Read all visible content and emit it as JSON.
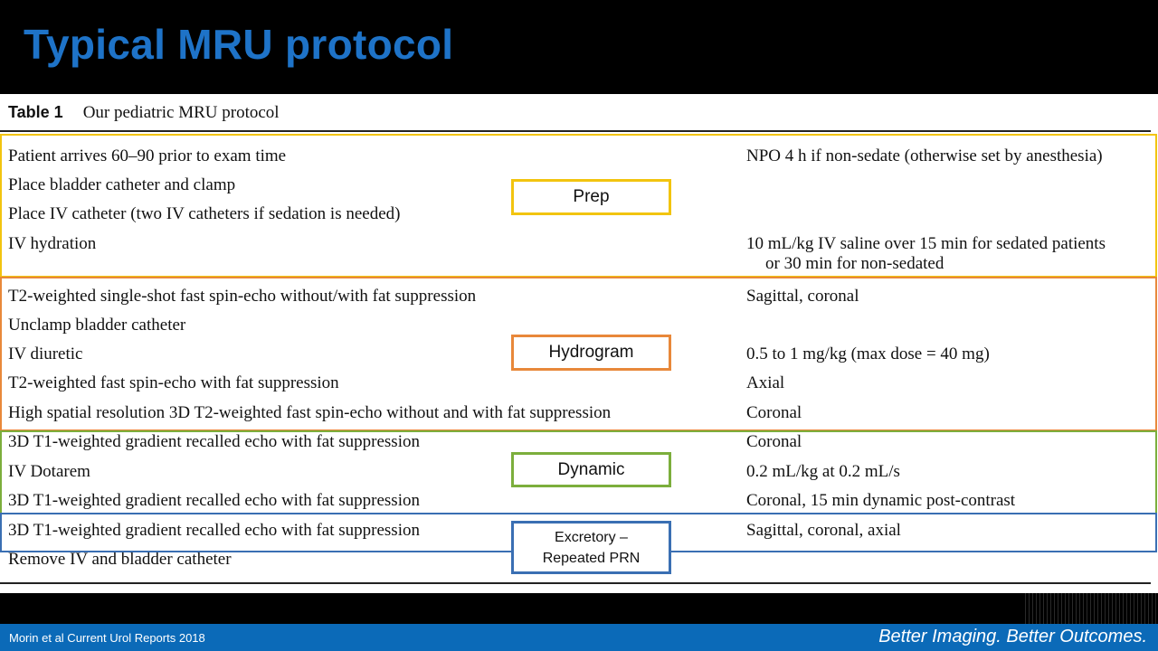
{
  "slide": {
    "title": "Typical MRU protocol"
  },
  "table": {
    "label": "Table 1",
    "caption": "Our pediatric MRU protocol",
    "rows": [
      {
        "step": "Patient arrives 60–90 prior to exam time",
        "detail": "NPO 4 h if non-sedate (otherwise set by anesthesia)"
      },
      {
        "step": "Place bladder catheter and clamp",
        "detail": ""
      },
      {
        "step": "Place IV catheter (two IV catheters if sedation is needed)",
        "detail": ""
      },
      {
        "step": "IV hydration",
        "detail": "10 mL/kg IV saline over 15 min for sedated patients",
        "detail2": "or 30 min for non-sedated"
      },
      {
        "step": "T2-weighted single-shot fast spin-echo without/with fat suppression",
        "detail": "Sagittal, coronal"
      },
      {
        "step": "Unclamp bladder catheter",
        "detail": ""
      },
      {
        "step": "IV diuretic",
        "detail": "0.5 to 1 mg/kg (max dose = 40 mg)"
      },
      {
        "step": "T2-weighted fast spin-echo with fat suppression",
        "detail": "Axial"
      },
      {
        "step": "High spatial resolution 3D T2-weighted fast spin-echo without and with fat suppression",
        "detail": "Coronal"
      },
      {
        "step": "3D T1-weighted gradient recalled echo with fat suppression",
        "detail": "Coronal"
      },
      {
        "step": "IV Dotarem",
        "detail": "0.2 mL/kg at 0.2 mL/s"
      },
      {
        "step": "3D T1-weighted gradient recalled echo with fat suppression",
        "detail": "Coronal, 15 min dynamic post-contrast"
      },
      {
        "step": "3D T1-weighted gradient recalled echo with fat suppression",
        "detail": "Sagittal, coronal, axial"
      },
      {
        "step": "Remove IV and bladder catheter",
        "detail": ""
      }
    ]
  },
  "phases": [
    {
      "name": "Prep",
      "color": "#f2c40f"
    },
    {
      "name": "Hydrogram",
      "color": "#e8883a"
    },
    {
      "name": "Dynamic",
      "color": "#7cae3c"
    },
    {
      "name": "Excretory –",
      "name2": "Repeated PRN",
      "color": "#3a6fb3"
    }
  ],
  "footer": {
    "citation": "Morin et al Current Urol Reports 2018",
    "tagline": "Better Imaging. Better Outcomes."
  }
}
